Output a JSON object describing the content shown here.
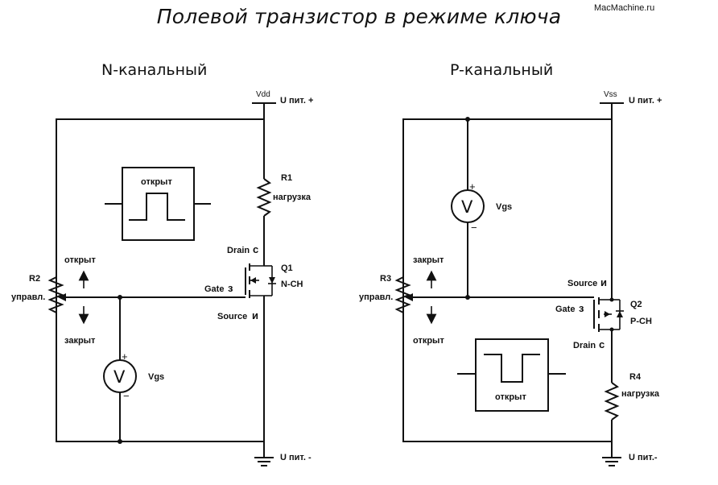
{
  "title": "Полевой транзистор в режиме ключа",
  "watermark": "MacMachine.ru",
  "n": {
    "heading": "N-канальный",
    "rail_label": "Vdd",
    "supply_plus": "U пит. +",
    "supply_minus": "U пит. -",
    "load_name": "R1",
    "load_desc": "нагрузка",
    "drain": "Drain",
    "drain_ru": "с",
    "gate": "Gate",
    "gate_ru": "з",
    "source": "Source",
    "source_ru": "и",
    "transistor": "Q1",
    "transistor_type": "N-CH",
    "pot_name": "R2",
    "pot_desc": "управл.",
    "up_label": "открыт",
    "down_label": "закрыт",
    "meter_symbol": "V",
    "meter_label": "Vgs",
    "plus": "+",
    "minus": "−",
    "pulse_label": "открыт"
  },
  "p": {
    "heading": "P-канальный",
    "rail_label": "Vss",
    "supply_plus": "U пит. +",
    "supply_minus": "U пит.-",
    "load_name": "R4",
    "load_desc": "нагрузка",
    "drain": "Drain",
    "drain_ru": "с",
    "gate": "Gate",
    "gate_ru": "з",
    "source": "Source",
    "source_ru": "и",
    "transistor": "Q2",
    "transistor_type": "P-CH",
    "pot_name": "R3",
    "pot_desc": "управл.",
    "up_label": "закрыт",
    "down_label": "открыт",
    "meter_symbol": "V",
    "meter_label": "Vgs",
    "plus": "+",
    "minus": "−",
    "pulse_label": "открыт"
  }
}
